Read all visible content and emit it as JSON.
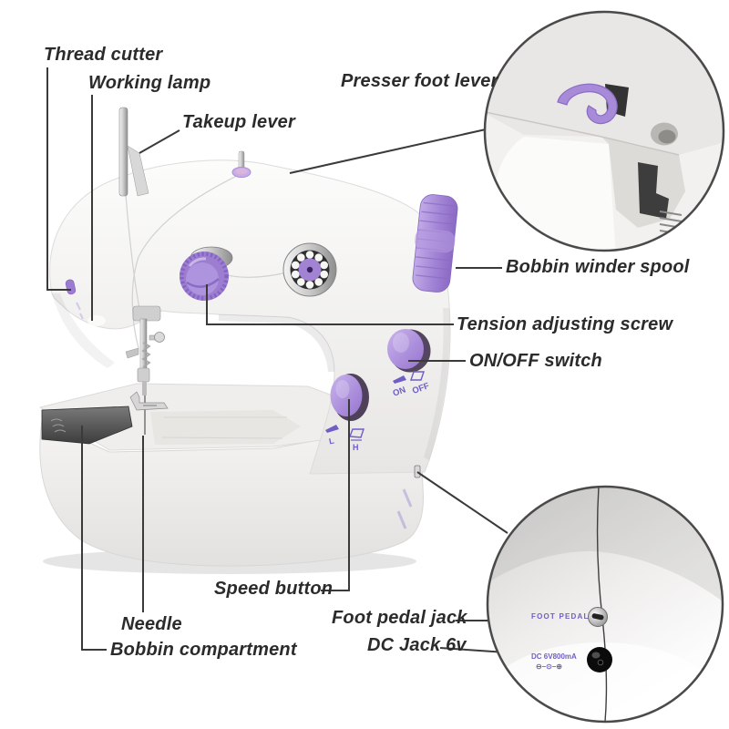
{
  "labels": {
    "thread_cutter": "Thread cutter",
    "working_lamp": "Working lamp",
    "takeup_lever": "Takeup lever",
    "presser_foot_lever": "Presser foot lever",
    "bobbin_winder_spool": "Bobbin winder spool",
    "tension_adjusting_screw": "Tension adjusting screw",
    "on_off_switch": "ON/OFF switch",
    "speed_button": "Speed button",
    "needle": "Needle",
    "bobbin_compartment": "Bobbin compartment",
    "foot_pedal_jack": "Foot pedal jack",
    "dc_jack_6v": "DC Jack 6v"
  },
  "machine_markings": {
    "on": "ON",
    "off": "OFF",
    "low": "L",
    "high": "H",
    "foot_pedal_port": "FOOT PEDAL",
    "dc_port": "DC 6V800mA",
    "dc_polarity": "⊖–⊙–⊕"
  },
  "colors": {
    "accent_purple": "#9c7dd0",
    "marking_purple": "#6f5ec6",
    "label_text": "#2b2b2b",
    "body_white": "#f5f4f2",
    "compartment_gray": "#4a4a4a",
    "connector_line": "#3a3a3a"
  }
}
